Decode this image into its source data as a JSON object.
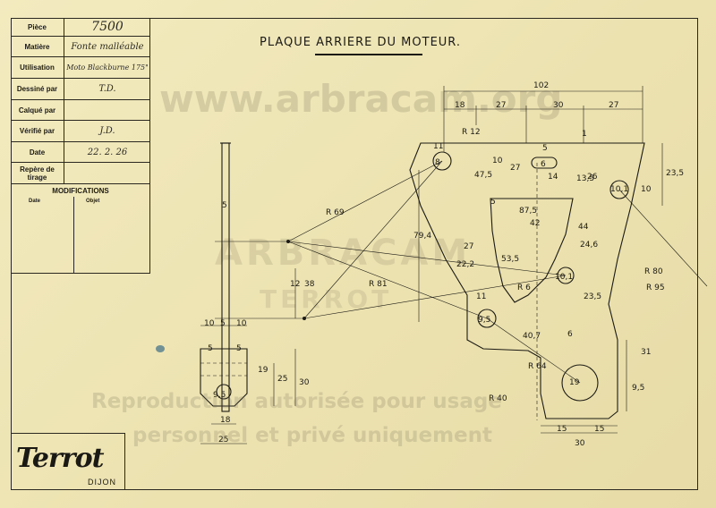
{
  "title_block": {
    "rows": [
      {
        "label": "Pièce",
        "value": "7500"
      },
      {
        "label": "Matière",
        "value": "Fonte malléable"
      },
      {
        "label": "Utilisation",
        "value": "Moto Blackburne 175\""
      },
      {
        "label": "Dessiné par",
        "value": "T.D."
      },
      {
        "label": "Calqué par",
        "value": ""
      },
      {
        "label": "Vérifié par",
        "value": "J.D."
      },
      {
        "label": "Date",
        "value": "22. 2. 26"
      },
      {
        "label": "Repère de tirage",
        "value": ""
      }
    ]
  },
  "modifications": {
    "title": "MODIFICATIONS",
    "col_date": "Date",
    "col_objet": "Objet"
  },
  "logo": {
    "brand": "Terrot",
    "city": "DIJON"
  },
  "drawing": {
    "title": "PLAQUE ARRIERE DU MOTEUR.",
    "dimensions": {
      "d102": "102",
      "d18": "18",
      "d27a": "27",
      "d30a": "30",
      "d27b": "27",
      "r12": "R 12",
      "d1": "1",
      "d5a": "5",
      "d6": "6",
      "d10a": "10",
      "d11": "11",
      "d8": "8",
      "d27c": "27",
      "d47": "47,5",
      "d14": "14",
      "d13": "13,5",
      "d26": "26",
      "d10b": "10",
      "d23": "23,5",
      "d10c": "10,1",
      "d5b": "5",
      "d87": "87,5",
      "d42": "42",
      "d44": "44",
      "r69": "R 69",
      "d24": "24,6",
      "d79": "79,4",
      "d27d": "27",
      "d22": "22,2",
      "d53": "53,5",
      "r80": "R 80",
      "r95": "R 95",
      "d12": "12",
      "d38": "38",
      "r81": "R 81",
      "d11b": "11",
      "r6": "R 6",
      "d10d": "10,1",
      "d23b": "23,5",
      "d9": "9,5",
      "d40": "40,7",
      "d6b": "6",
      "d31": "31",
      "r64": "R 64",
      "r40": "R 40",
      "d19": "19",
      "d9b": "9,5",
      "d15a": "15",
      "d15b": "15",
      "d30b": "30",
      "s10a": "10",
      "s5": "5",
      "s10b": "10",
      "s5b": "5",
      "s5c": "5",
      "s19": "19",
      "s25": "25",
      "s30": "30",
      "s9": "9,5",
      "s18": "18",
      "s25b": "25",
      "s5v": "5"
    }
  },
  "watermark": {
    "url": "www.arbracam.org",
    "line1": "Reproduction autorisée pour usage",
    "line2": "personnel et privé uniquement",
    "logo1": "ARBRACAM",
    "logo2": "TERROT"
  }
}
